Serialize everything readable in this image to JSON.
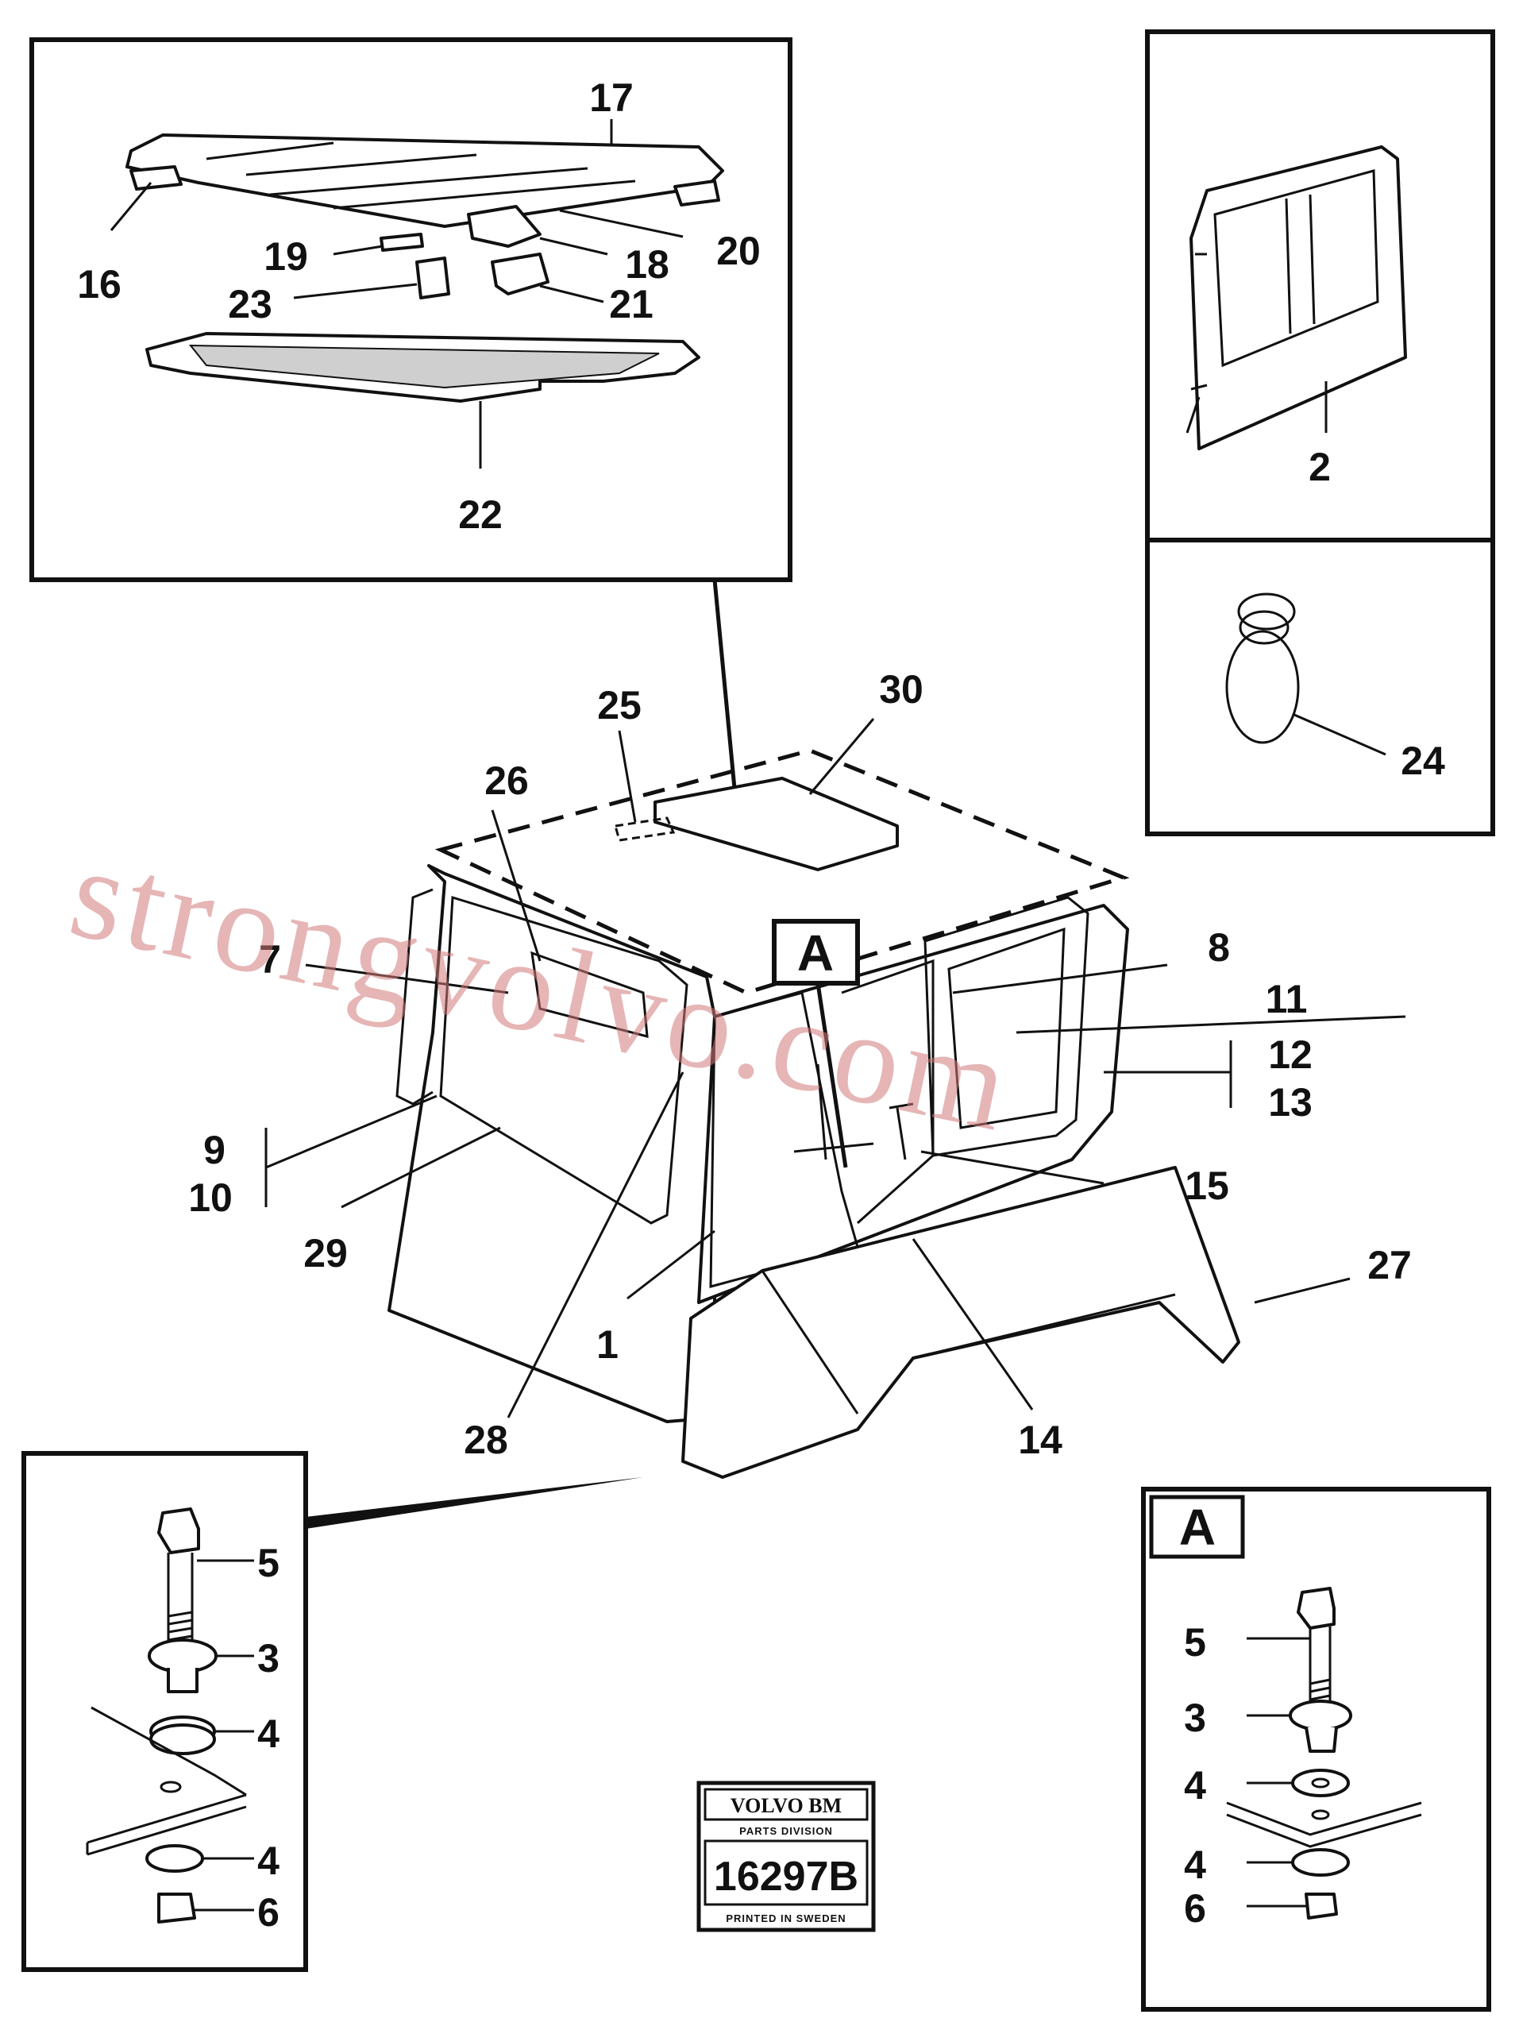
{
  "watermark": "strongvolvo.com",
  "callout_A": "A",
  "stamp": {
    "brand": "VOLVO BM",
    "division": "PARTS DIVISION",
    "number": "16297B",
    "printed": "PRINTED IN SWEDEN"
  },
  "panels": {
    "hatch": {
      "labels": [
        "17",
        "16",
        "19",
        "18",
        "20",
        "23",
        "21",
        "22"
      ]
    },
    "door": {
      "labels": [
        "2"
      ]
    },
    "ring": {
      "labels": [
        "24"
      ]
    },
    "mount_left": {
      "labels": [
        "5",
        "3",
        "4",
        "4",
        "6"
      ]
    },
    "mount_A": {
      "labels": [
        "5",
        "3",
        "4",
        "4",
        "6"
      ]
    }
  },
  "main_labels": [
    "25",
    "30",
    "26",
    "7",
    "8",
    "11",
    "12",
    "13",
    "9",
    "10",
    "29",
    "15",
    "27",
    "1",
    "28",
    "14"
  ]
}
